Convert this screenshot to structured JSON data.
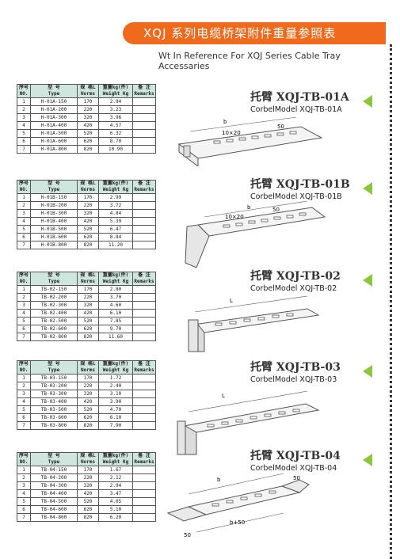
{
  "title": "XQJ 系列电缆桥架附件重量参照表",
  "subtitle": "Wt In Reference For XQJ Series Cable Tray Accessaries",
  "table_headers": {
    "no_zh": "序号",
    "no_en": "NO.",
    "type_zh": "型 号",
    "type_en": "Type",
    "norms_zh": "规 格L",
    "norms_en": "Norms",
    "weight_zh": "重量kg(件)",
    "weight_en": "Weight Kg",
    "remarks_zh": "备 注",
    "remarks_en": "Remarks"
  },
  "sections": [
    {
      "model_zh": "托臂 XQJ-TB-01A",
      "model_en": "CorbelModel XQJ-TB-01A",
      "drawing_labels": [
        "b",
        "10×20",
        "50"
      ],
      "rows": [
        [
          "1",
          "H-01A-150",
          "170",
          "2.94",
          ""
        ],
        [
          "2",
          "H-01A-200",
          "220",
          "3.23",
          ""
        ],
        [
          "3",
          "H-01A-300",
          "320",
          "3.96",
          ""
        ],
        [
          "4",
          "H-01A-400",
          "420",
          "4.57",
          ""
        ],
        [
          "5",
          "H-01A-500",
          "520",
          "6.32",
          ""
        ],
        [
          "6",
          "H-01A-600",
          "620",
          "8.70",
          ""
        ],
        [
          "7",
          "H-01A-800",
          "820",
          "10.90",
          ""
        ]
      ]
    },
    {
      "model_zh": "托臂 XQJ-TB-01B",
      "model_en": "CorbelModel XQJ-TB-01B",
      "drawing_labels": [
        "b",
        "10×20",
        "50"
      ],
      "rows": [
        [
          "1",
          "H-01B-150",
          "170",
          "2.99",
          ""
        ],
        [
          "2",
          "H-01B-200",
          "220",
          "3.72",
          ""
        ],
        [
          "3",
          "H-01B-300",
          "320",
          "4.84",
          ""
        ],
        [
          "4",
          "H-01B-400",
          "420",
          "5.39",
          ""
        ],
        [
          "5",
          "H-01B-500",
          "520",
          "6.47",
          ""
        ],
        [
          "6",
          "H-01B-600",
          "620",
          "8.84",
          ""
        ],
        [
          "7",
          "H-01B-800",
          "820",
          "11.20",
          ""
        ]
      ]
    },
    {
      "model_zh": "托臂 XQJ-TB-02",
      "model_en": "CorbelModel XQJ-TB-02",
      "drawing_labels": [
        "L"
      ],
      "rows": [
        [
          "1",
          "TB-02-150",
          "170",
          "2.80",
          ""
        ],
        [
          "2",
          "TB-02-200",
          "220",
          "3.70",
          ""
        ],
        [
          "3",
          "TB-02-300",
          "320",
          "4.60",
          ""
        ],
        [
          "4",
          "TB-02-400",
          "420",
          "6.10",
          ""
        ],
        [
          "5",
          "TB-02-500",
          "520",
          "7.85",
          ""
        ],
        [
          "6",
          "TB-02-600",
          "620",
          "9.70",
          ""
        ],
        [
          "7",
          "TB-02-800",
          "820",
          "11.60",
          ""
        ]
      ]
    },
    {
      "model_zh": "托臂 XQJ-TB-03",
      "model_en": "CorbelModel XQJ-TB-03",
      "drawing_labels": [
        "L"
      ],
      "rows": [
        [
          "1",
          "TB-03-150",
          "170",
          "1.72",
          ""
        ],
        [
          "2",
          "TB-03-200",
          "220",
          "2.40",
          ""
        ],
        [
          "3",
          "TB-03-300",
          "320",
          "3.10",
          ""
        ],
        [
          "4",
          "TB-03-400",
          "420",
          "3.90",
          ""
        ],
        [
          "5",
          "TB-03-500",
          "520",
          "4.70",
          ""
        ],
        [
          "6",
          "TB-03-600",
          "620",
          "6.10",
          ""
        ],
        [
          "7",
          "TB-03-800",
          "820",
          "7.90",
          ""
        ]
      ]
    },
    {
      "model_zh": "托臂 XQJ-TB-04",
      "model_en": "CorbelModel XQJ-TB-04",
      "drawing_labels": [
        "b",
        "50",
        "b+50",
        "50"
      ],
      "rows": [
        [
          "1",
          "TB-04-150",
          "170",
          "1.67",
          ""
        ],
        [
          "2",
          "TB-04-200",
          "220",
          "2.12",
          ""
        ],
        [
          "3",
          "TB-04-300",
          "320",
          "2.94",
          ""
        ],
        [
          "4",
          "TB-04-400",
          "420",
          "3.47",
          ""
        ],
        [
          "5",
          "TB-04-500",
          "520",
          "4.05",
          ""
        ],
        [
          "6",
          "TB-04-600",
          "620",
          "5.10",
          ""
        ],
        [
          "7",
          "TB-04-800",
          "820",
          "6.20",
          ""
        ]
      ]
    }
  ],
  "colors": {
    "title_bg": "#f06a1e",
    "header_bg": "#cfe6df",
    "arrow": "#8cc63f"
  }
}
